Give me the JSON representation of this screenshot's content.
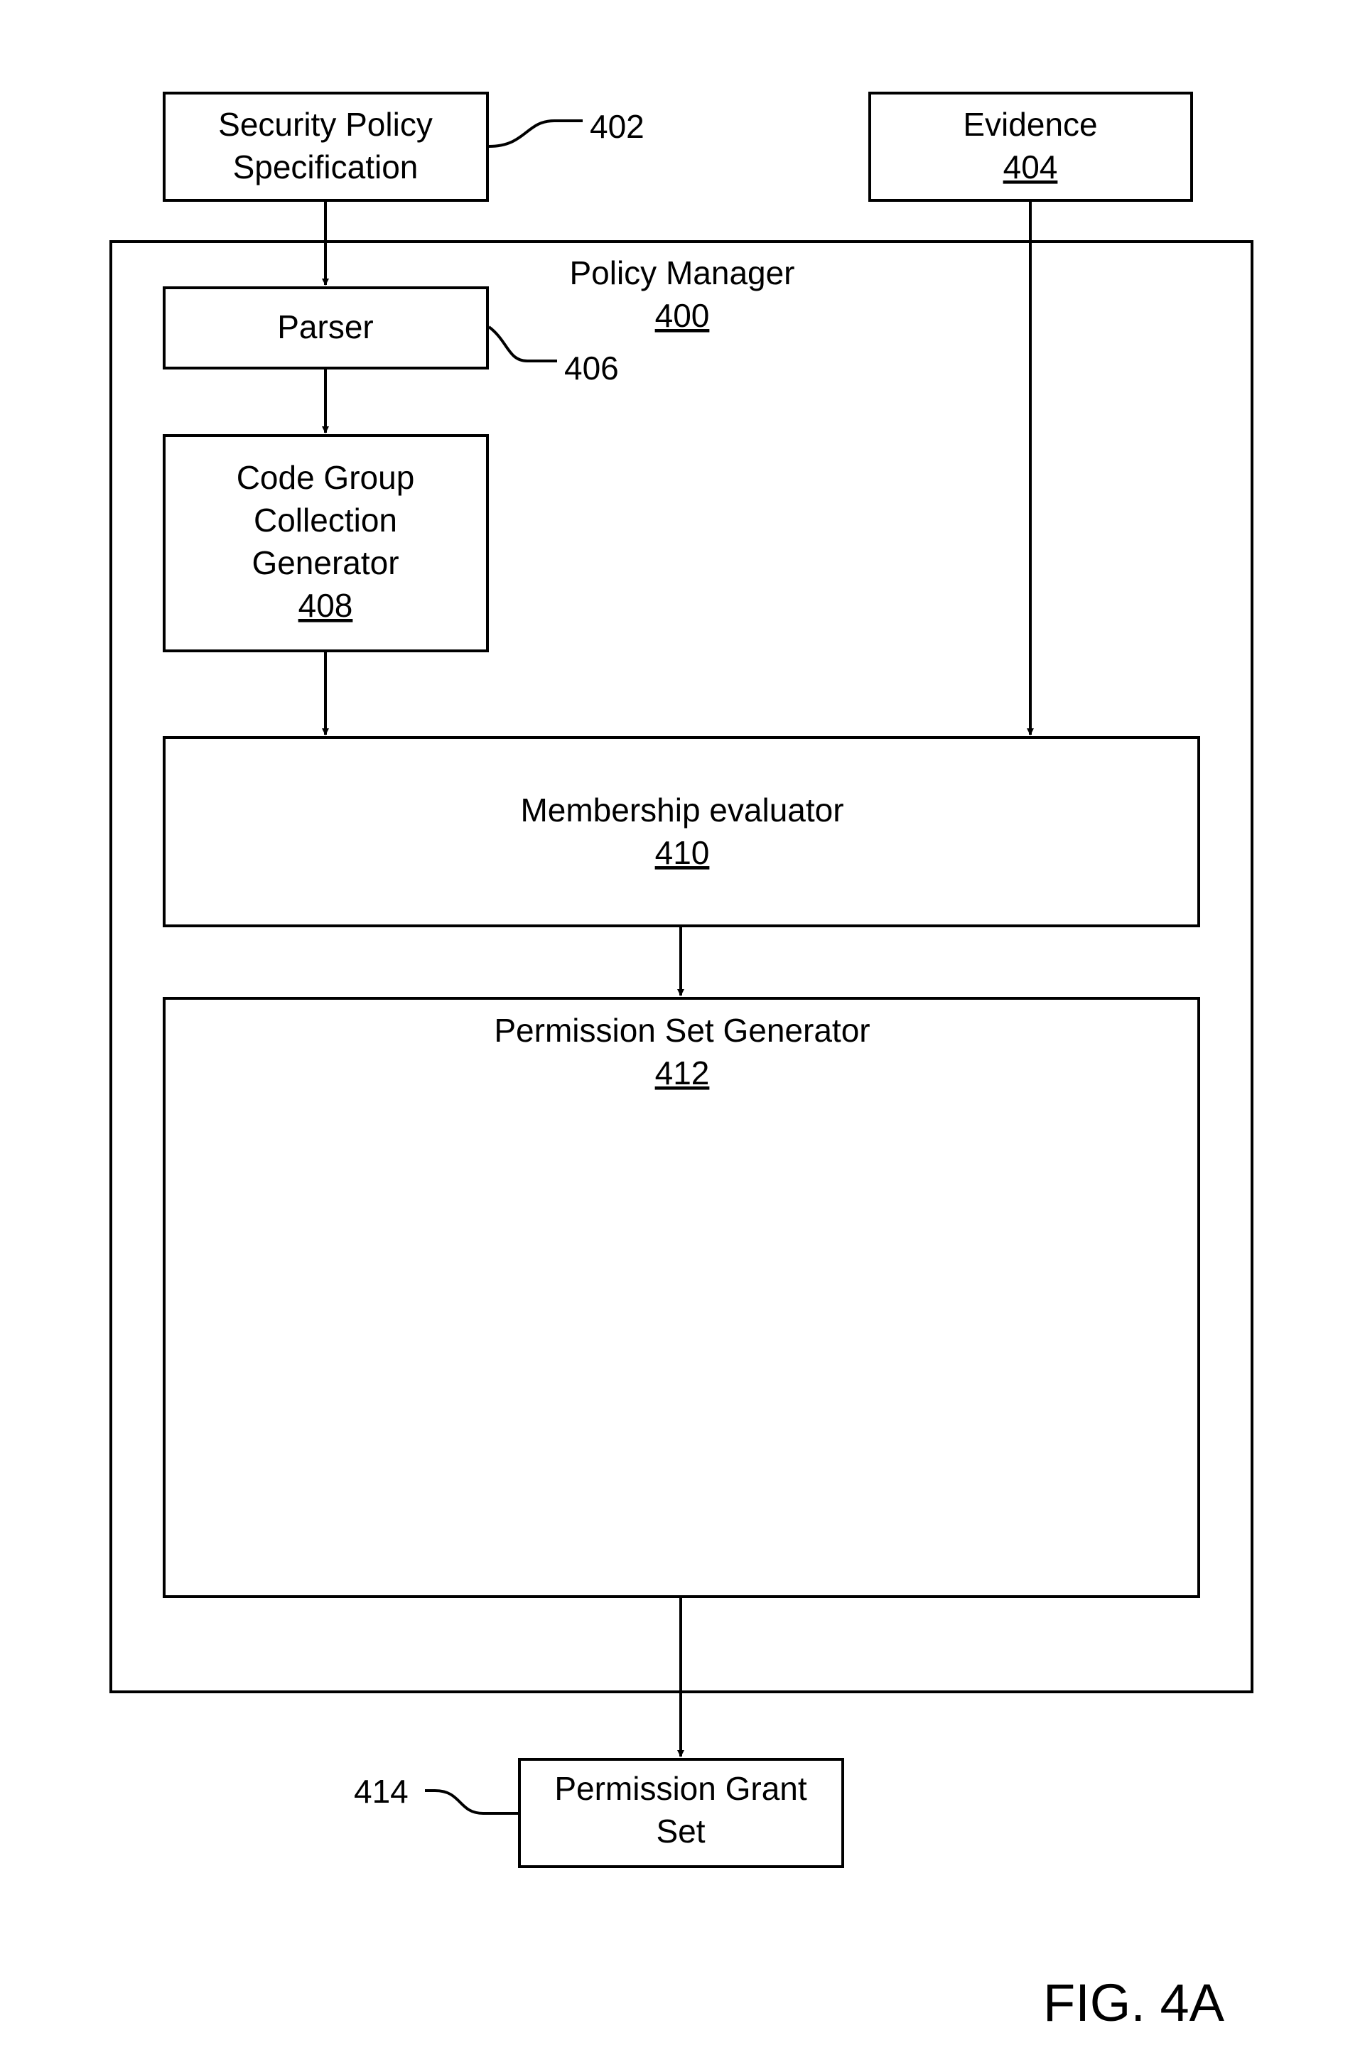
{
  "figure_label": "FIG. 4A",
  "blocks": {
    "security_policy": {
      "line1": "Security Policy",
      "line2": "Specification",
      "callout": "402"
    },
    "evidence": {
      "label": "Evidence",
      "ref": "404"
    },
    "policy_manager": {
      "label": "Policy Manager",
      "ref": "400"
    },
    "parser": {
      "label": "Parser",
      "callout": "406"
    },
    "code_group": {
      "line1": "Code Group",
      "line2": "Collection",
      "line3": "Generator",
      "ref": "408"
    },
    "membership_evaluator": {
      "label": "Membership evaluator",
      "ref": "410"
    },
    "permission_set_generator": {
      "label": "Permission Set Generator",
      "ref": "412"
    },
    "permission_grant_set": {
      "line1": "Permission Grant",
      "line2": "Set",
      "callout": "414"
    }
  }
}
